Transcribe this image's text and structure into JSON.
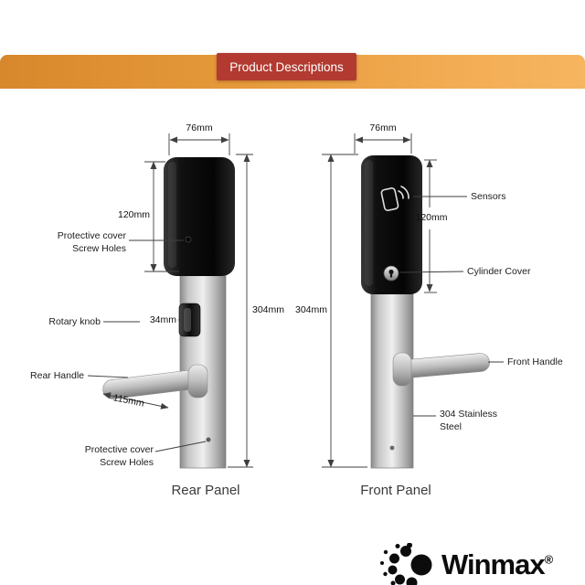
{
  "colors": {
    "banner_orange_left": "#d8882c",
    "banner_orange_right": "#f6b560",
    "title_red": "#b23a30",
    "dimension_line": "#3f3f3f"
  },
  "header": {
    "title": "Product Descriptions"
  },
  "rear_panel": {
    "caption": "Rear Panel",
    "dims": {
      "width": "76mm",
      "cover_height": "120mm",
      "total_height": "304mm",
      "knob": "34mm",
      "handle": "115mm"
    },
    "labels": {
      "screw_holes_top": "Protective cover Screw Holes",
      "rotary_knob": "Rotary knob",
      "rear_handle": "Rear Handle",
      "screw_holes_bottom": "Protective cover Screw Holes"
    }
  },
  "front_panel": {
    "caption": "Front Panel",
    "dims": {
      "width": "76mm",
      "total_height": "304mm",
      "cover_height": "120mm"
    },
    "labels": {
      "sensors": "Sensors",
      "cylinder_cover": "Cylinder Cover",
      "front_handle": "Front Handle",
      "stainless": "304 Stainless Steel"
    }
  },
  "logo": {
    "brand": "Winmax",
    "registered": "®"
  }
}
